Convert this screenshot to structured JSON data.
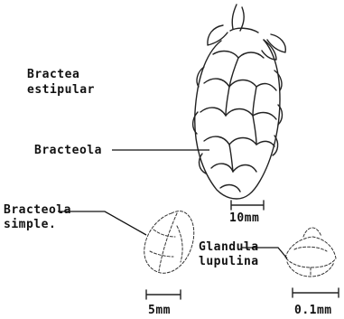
{
  "labels": {
    "bractea_line1": "Bractea",
    "bractea_line2": "estipular",
    "bracteola": "Bracteola",
    "bracteola_simple_line1": "Bracteola",
    "bracteola_simple_line2": "simple.",
    "glandula_line1": "Glandula",
    "glandula_line2": "lupulina"
  },
  "scale_bars": {
    "cone": "10mm",
    "bracteole": "5mm",
    "gland": "0.1mm"
  }
}
